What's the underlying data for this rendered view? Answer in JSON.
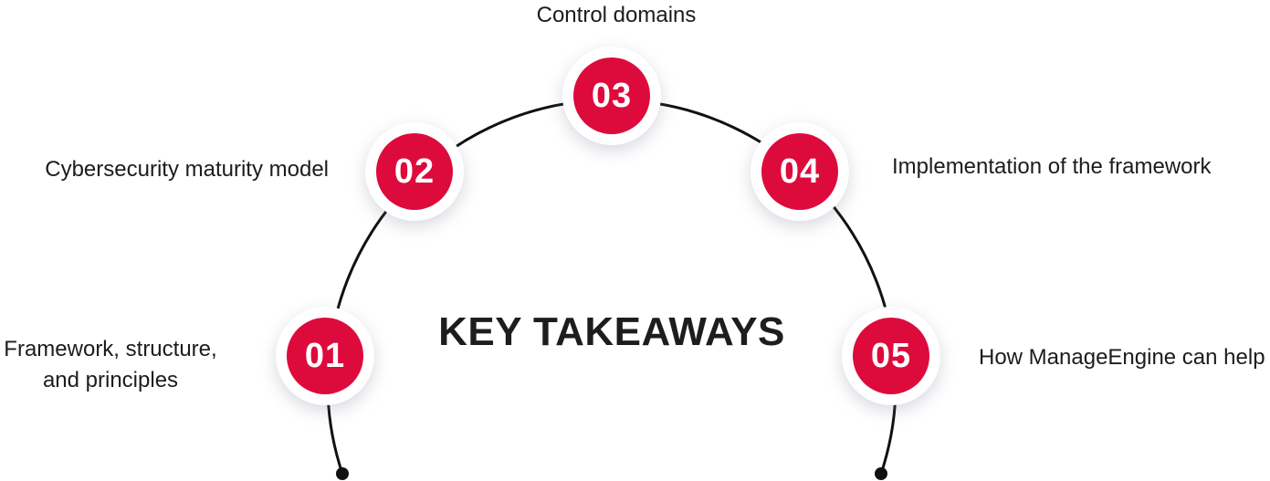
{
  "title": "KEY TAKEAWAYS",
  "colors": {
    "accent": "#DD0B3C",
    "line_color": "#111111",
    "text_color": "#1C1C1C"
  },
  "nodes": [
    {
      "number": "01",
      "label": "Framework, structure,\nand principles"
    },
    {
      "number": "02",
      "label": "Cybersecurity maturity model"
    },
    {
      "number": "03",
      "label": "Control domains"
    },
    {
      "number": "04",
      "label": "Implementation of the framework"
    },
    {
      "number": "05",
      "label": "How ManageEngine can help"
    }
  ]
}
